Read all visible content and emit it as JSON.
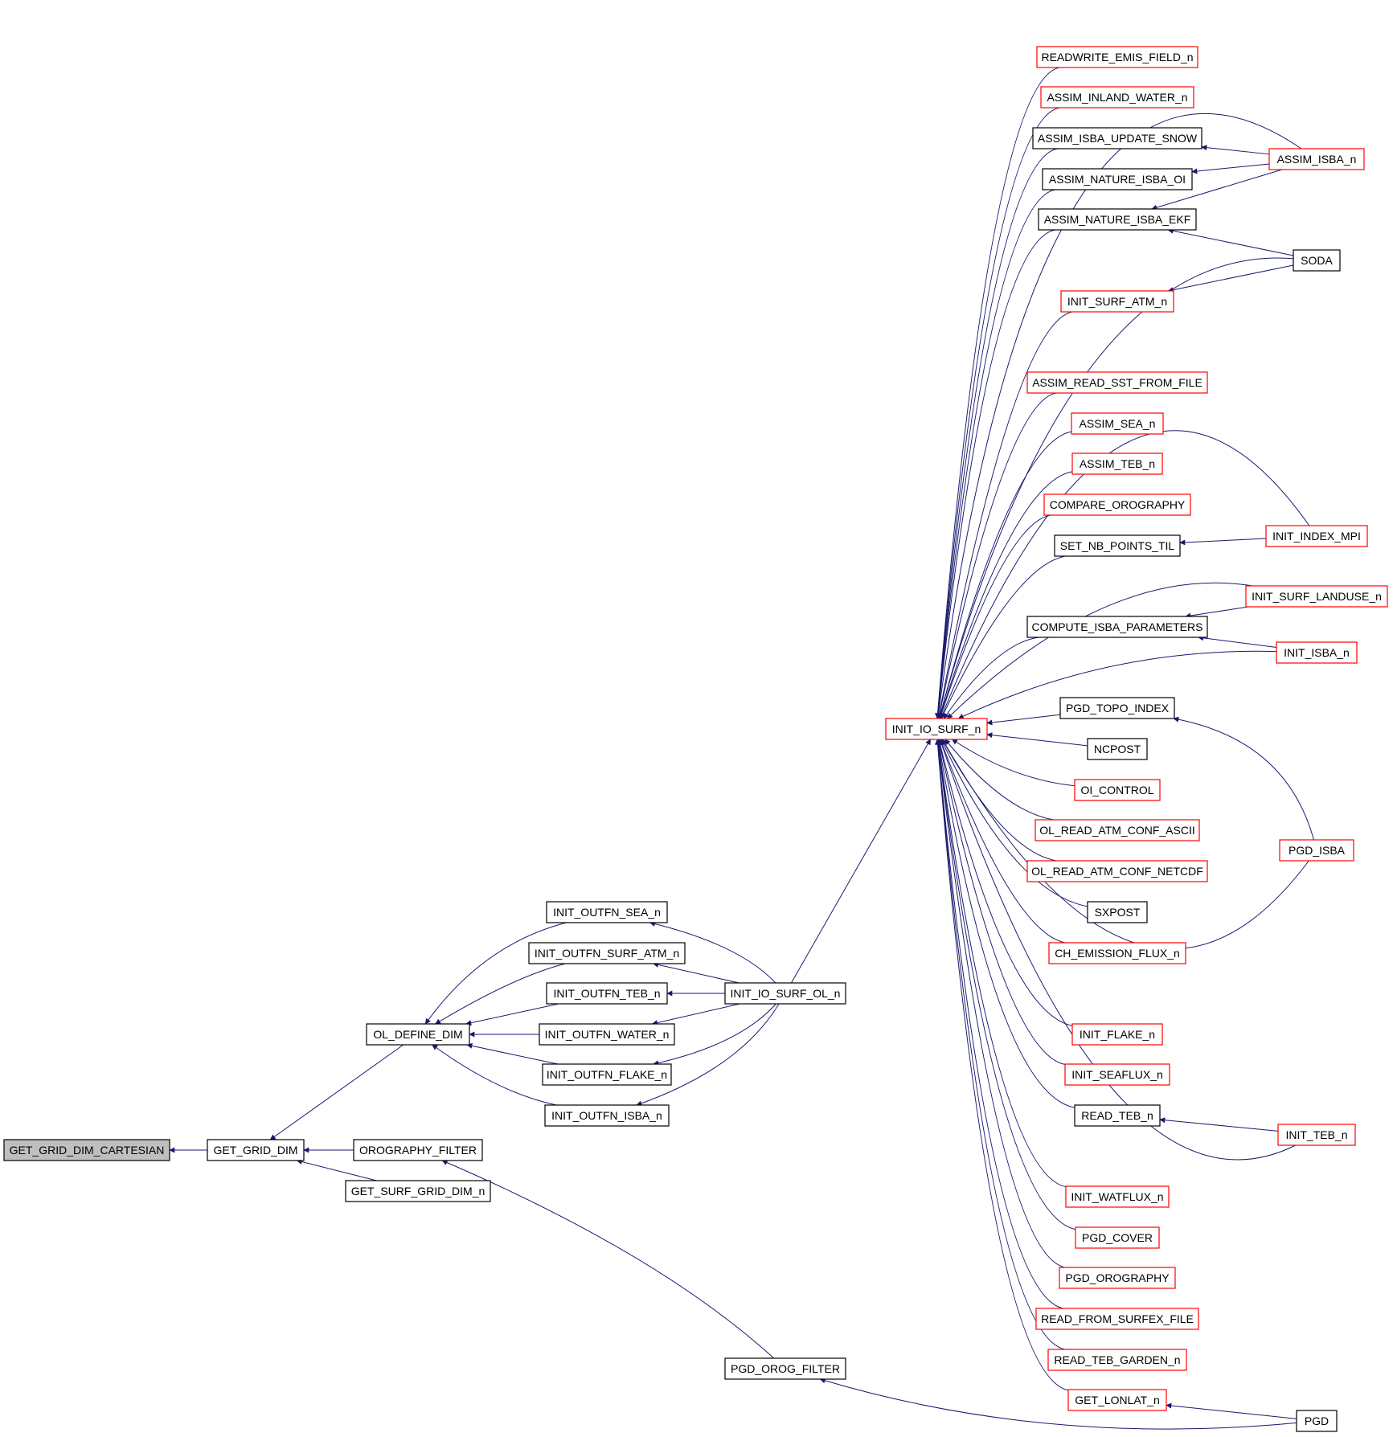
{
  "nodes": {
    "get_grid_dim_cartesian": "GET_GRID_DIM_CARTESIAN",
    "get_grid_dim": "GET_GRID_DIM",
    "ol_define_dim": "OL_DEFINE_DIM",
    "orography_filter": "OROGRAPHY_FILTER",
    "get_surf_grid_dim_n": "GET_SURF_GRID_DIM_n",
    "init_outfn_sea_n": "INIT_OUTFN_SEA_n",
    "init_outfn_surf_atm_n": "INIT_OUTFN_SURF_ATM_n",
    "init_outfn_teb_n": "INIT_OUTFN_TEB_n",
    "init_outfn_water_n": "INIT_OUTFN_WATER_n",
    "init_outfn_flake_n": "INIT_OUTFN_FLAKE_n",
    "init_outfn_isba_n": "INIT_OUTFN_ISBA_n",
    "init_io_surf_ol_n": "INIT_IO_SURF_OL_n",
    "pgd_orog_filter": "PGD_OROG_FILTER",
    "init_io_surf_n": "INIT_IO_SURF_n",
    "readwrite_emis_field_n": "READWRITE_EMIS_FIELD_n",
    "assim_inland_water_n": "ASSIM_INLAND_WATER_n",
    "assim_isba_update_snow": "ASSIM_ISBA_UPDATE_SNOW",
    "assim_nature_isba_oi": "ASSIM_NATURE_ISBA_OI",
    "assim_nature_isba_ekf": "ASSIM_NATURE_ISBA_EKF",
    "init_surf_atm_n": "INIT_SURF_ATM_n",
    "assim_read_sst_from_file": "ASSIM_READ_SST_FROM_FILE",
    "assim_sea_n": "ASSIM_SEA_n",
    "assim_teb_n": "ASSIM_TEB_n",
    "compare_orography": "COMPARE_OROGRAPHY",
    "set_nb_points_til": "SET_NB_POINTS_TIL",
    "compute_isba_parameters": "COMPUTE_ISBA_PARAMETERS",
    "pgd_topo_index": "PGD_TOPO_INDEX",
    "ncpost": "NCPOST",
    "oi_control": "OI_CONTROL",
    "ol_read_atm_conf_ascii": "OL_READ_ATM_CONF_ASCII",
    "ol_read_atm_conf_netcdf": "OL_READ_ATM_CONF_NETCDF",
    "sxpost": "SXPOST",
    "ch_emission_flux_n": "CH_EMISSION_FLUX_n",
    "init_flake_n": "INIT_FLAKE_n",
    "init_seaflux_n": "INIT_SEAFLUX_n",
    "read_teb_n": "READ_TEB_n",
    "init_watflux_n": "INIT_WATFLUX_n",
    "pgd_cover": "PGD_COVER",
    "pgd_orography": "PGD_OROGRAPHY",
    "read_from_surfex_file": "READ_FROM_SURFEX_FILE",
    "read_teb_garden_n": "READ_TEB_GARDEN_n",
    "get_lonlat_n": "GET_LONLAT_n",
    "assim_isba_n": "ASSIM_ISBA_n",
    "soda": "SODA",
    "init_index_mpi": "INIT_INDEX_MPI",
    "init_surf_landuse_n": "INIT_SURF_LANDUSE_n",
    "init_isba_n": "INIT_ISBA_n",
    "pgd_isba": "PGD_ISBA",
    "init_teb_n": "INIT_TEB_n",
    "pgd": "PGD"
  },
  "colors": {
    "edge": "#191970",
    "node_border_black": "#000000",
    "node_border_red": "#ff0000",
    "root_fill": "#bfbfbf"
  }
}
